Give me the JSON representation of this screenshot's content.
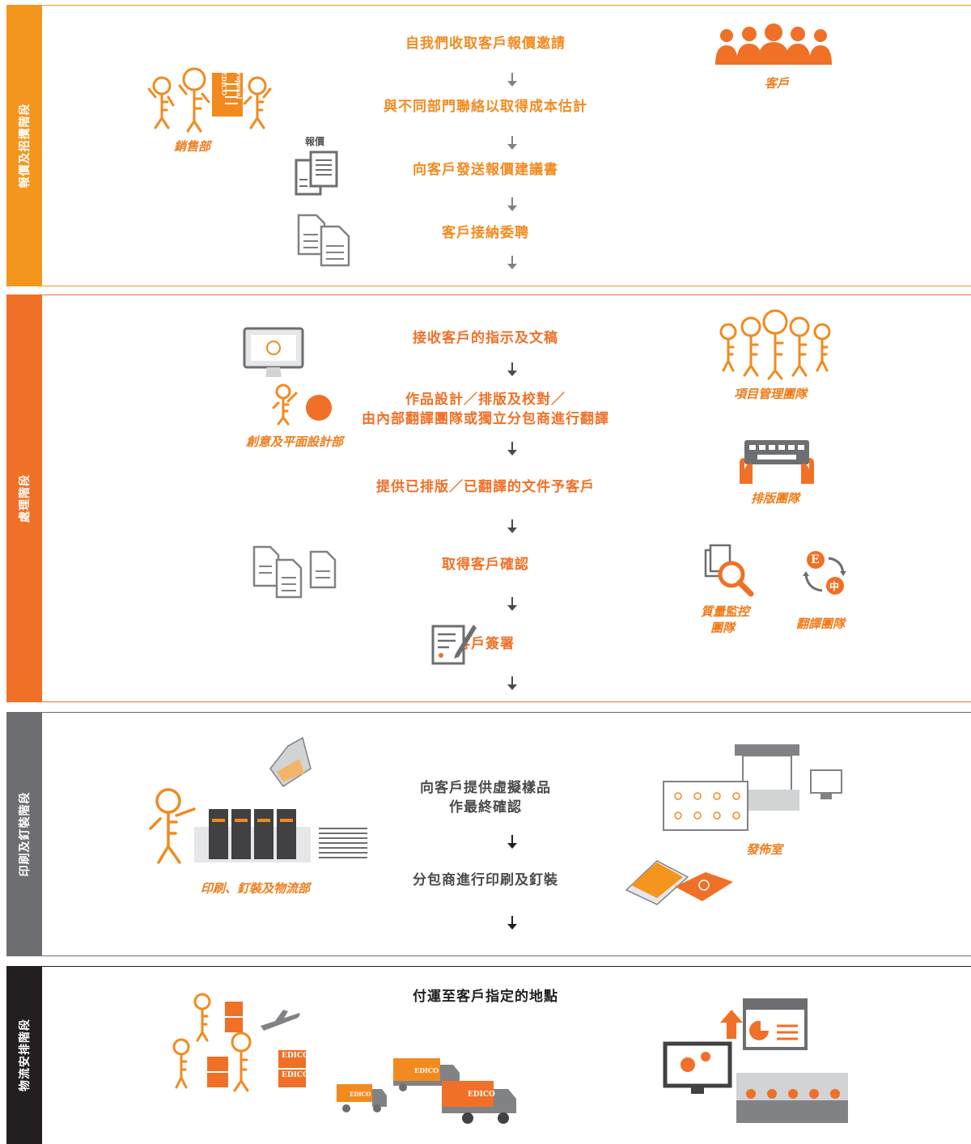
{
  "colors": {
    "stage1": "#f4961e",
    "stage2": "#f07027",
    "stage3": "#6d6e71",
    "stage4": "#231f20",
    "accent": "#f28a1e",
    "gray": "#808285"
  },
  "stages": [
    {
      "label": "報價及招攬階段",
      "steps": [
        "自我們收取客戶報價邀請",
        "與不同部門聯絡以取得成本估計",
        "向客戶發送報價建議書",
        "客戶接納委聘"
      ],
      "captions": {
        "sales": "銷售部",
        "client": "客戶",
        "quote": "報價"
      },
      "proposal_text": [
        "EDICO",
        "Proposal"
      ]
    },
    {
      "label": "處理階段",
      "steps": [
        "接收客戶的指示及文稿",
        "作品設計／排版及校對／",
        "由內部翻譯團隊或獨立分包商進行翻譯",
        "提供已排版／已翻譯的文件予客戶",
        "取得客戶確認",
        "客戶簽署"
      ],
      "captions": {
        "design": "創意及平面設計部",
        "pm": "項目管理團隊",
        "typeset": "排版團隊",
        "qc1": "質量監控",
        "qc2": "團隊",
        "translation": "翻譯團隊"
      },
      "translation_icon": {
        "e": "E",
        "zh": "中"
      }
    },
    {
      "label": "印刷及釘裝階段",
      "steps": [
        "向客戶提供虛擬樣品",
        "作最終確認",
        "分包商進行印刷及釘裝"
      ],
      "captions": {
        "printing": "印刷、釘裝及物流部",
        "publish": "發佈室"
      }
    },
    {
      "label": "物流安排階段",
      "steps": [
        "付運至客戶指定的地點"
      ],
      "brand": "EDICO"
    }
  ]
}
